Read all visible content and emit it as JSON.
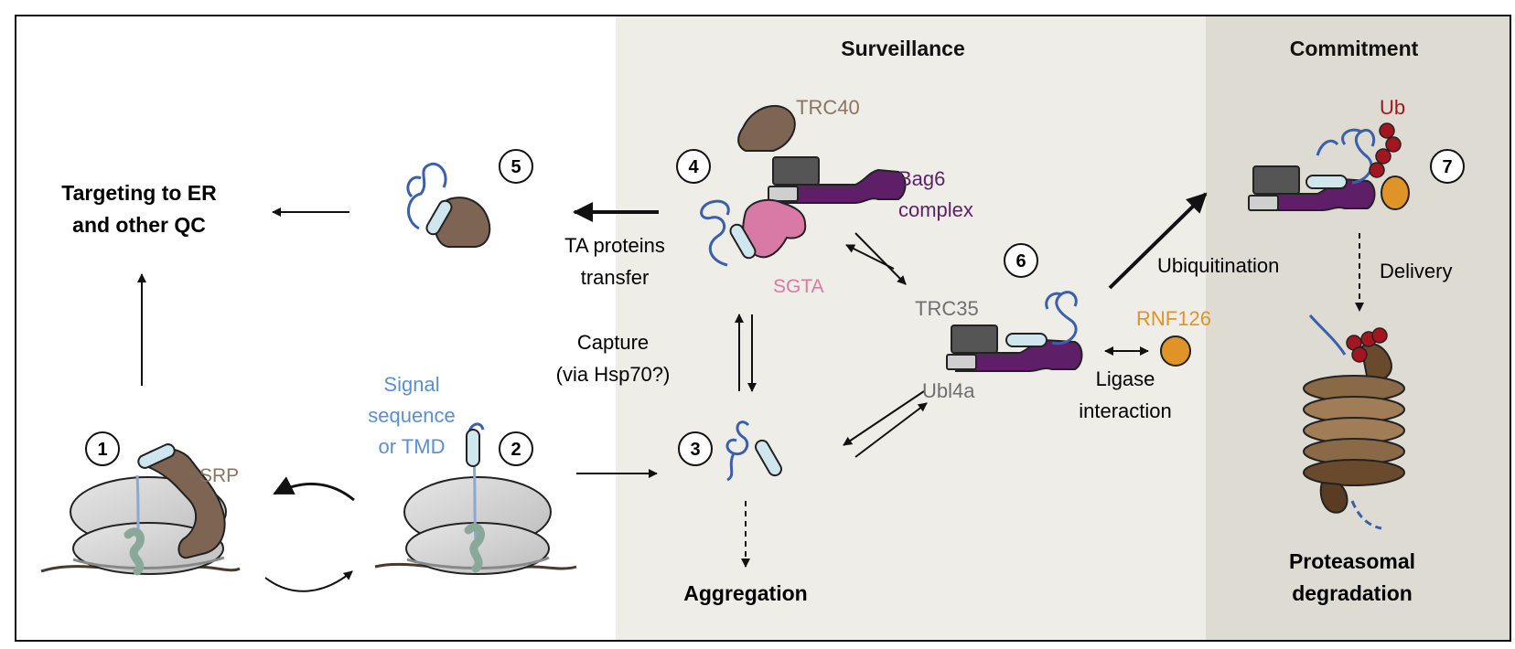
{
  "sections": {
    "surveillance": "Surveillance",
    "commitment": "Commitment"
  },
  "steps": [
    "1",
    "2",
    "3",
    "4",
    "5",
    "6",
    "7"
  ],
  "labels": {
    "targeting_line1": "Targeting to ER",
    "targeting_line2": "and other QC",
    "srp": "SRP",
    "signal_line1": "Signal",
    "signal_line2": "sequence",
    "signal_line3": "or TMD",
    "trc40": "TRC40",
    "bag6_line1": "Bag6",
    "bag6_line2": "complex",
    "sgta": "SGTA",
    "ta_line1": "TA proteins",
    "ta_line2": "transfer",
    "capture_line1": "Capture",
    "capture_line2": "(via Hsp70?)",
    "aggregation": "Aggregation",
    "trc35": "TRC35",
    "ubl4a": "Ubl4a",
    "rnf126": "RNF126",
    "ligase_line1": "Ligase",
    "ligase_line2": "interaction",
    "ubiquitination": "Ubiquitination",
    "ub": "Ub",
    "delivery": "Delivery",
    "proteasome_line1": "Proteasomal",
    "proteasome_line2": "degradation"
  },
  "colors": {
    "surveillance_bg": "#eeede7",
    "commitment_bg": "#dedbd2",
    "chain_blue": "#3a5fad",
    "tmd_fill": "#cfe6ef",
    "trc40_brown": "#8b7462",
    "bag6_purple": "#5e1f68",
    "sgta_pink": "#d979a6",
    "ub_red": "#a31620",
    "rnf126_orange": "#e09326",
    "signal_blue": "#5b8fcf",
    "proteasome_brown": "#7a5a3a",
    "gray_text": "#6f6f6f"
  }
}
